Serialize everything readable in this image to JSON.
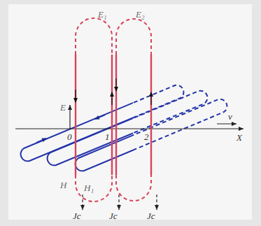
{
  "diagram": {
    "labels": [
      "E₁",
      "E₂",
      "E",
      "0",
      "1",
      "2",
      "v",
      "X",
      "H",
      "H₁",
      "Jc",
      "Jc",
      "Jc"
    ]
  }
}
